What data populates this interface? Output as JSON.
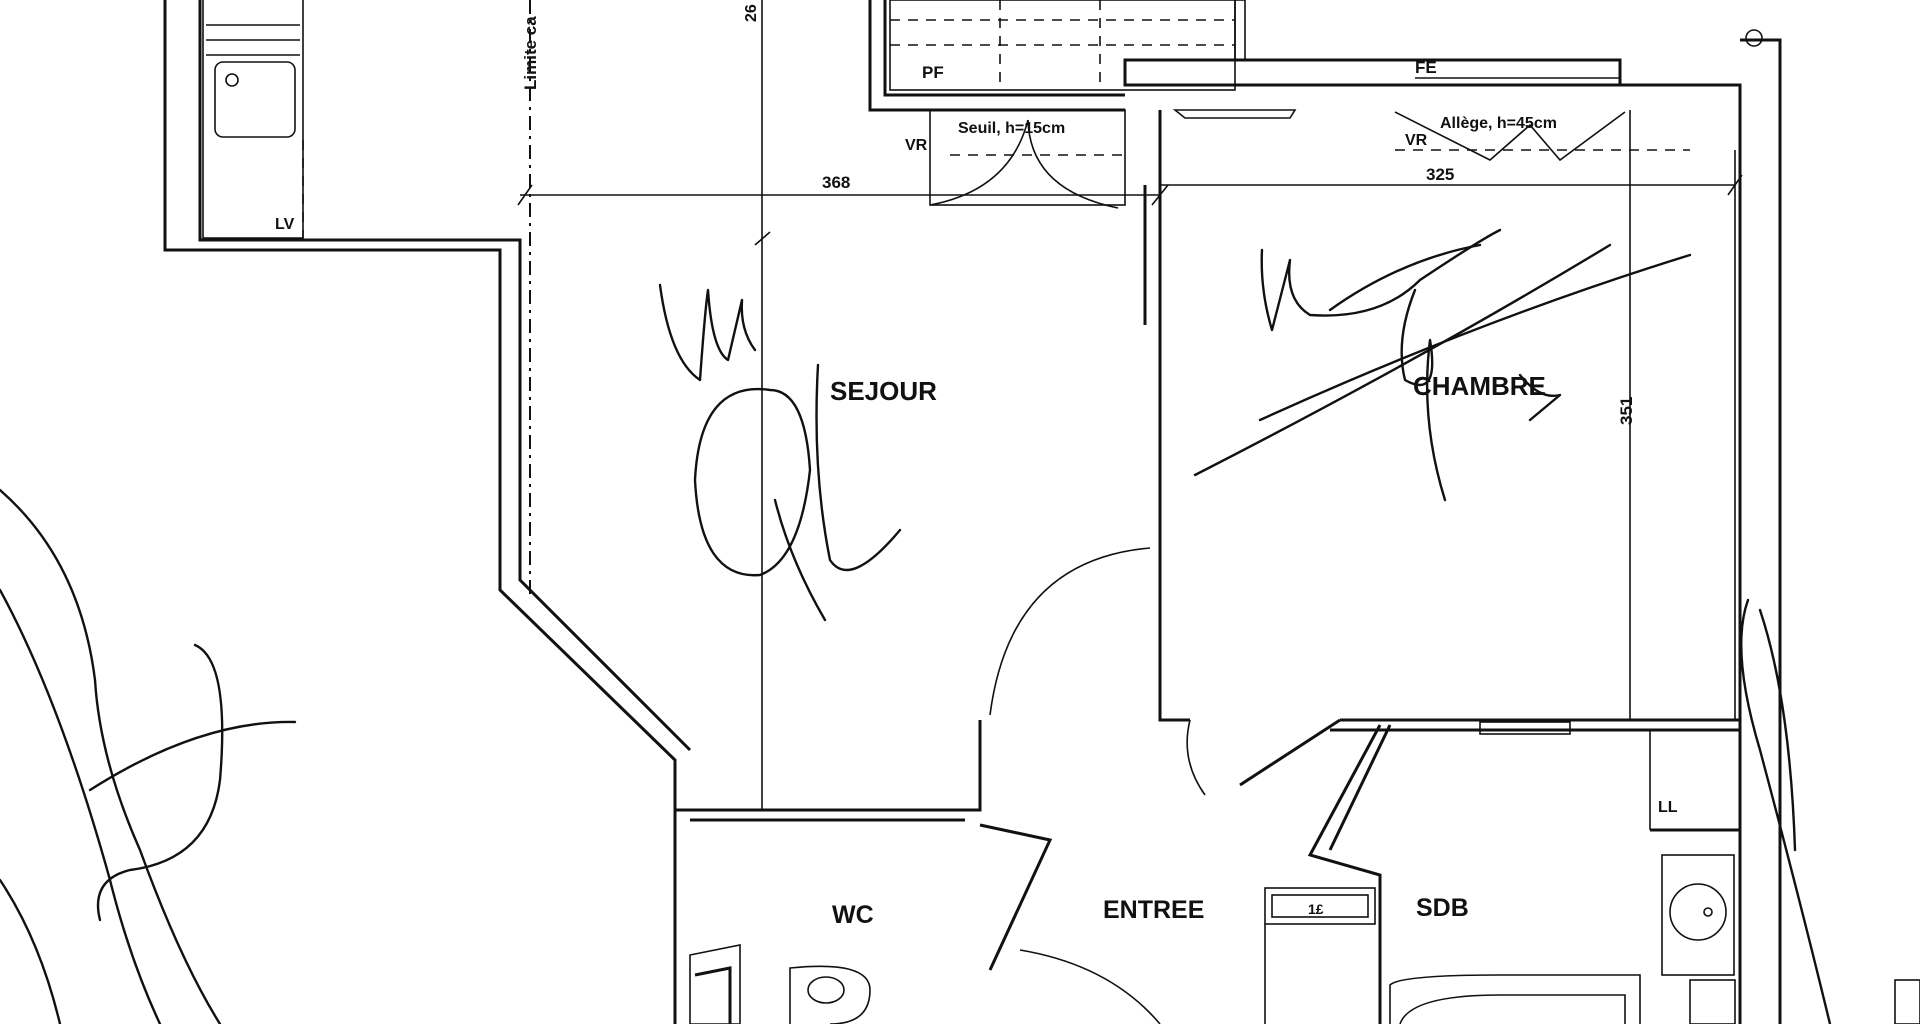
{
  "rooms": {
    "sejour": "SEJOUR",
    "chambre": "CHAMBRE",
    "wc": "WC",
    "entree": "ENTREE",
    "sdb": "SDB"
  },
  "dimensions": {
    "sejour_width": "368",
    "chambre_width": "325",
    "chambre_depth": "351",
    "top_partial": "26"
  },
  "annotations": {
    "limit_text": "Limite ca",
    "lv": "LV",
    "pf": "PF",
    "fe": "FE",
    "vr_left": "VR",
    "vr_right": "VR",
    "seuil": "Seuil, h=15cm",
    "allege": "Allège, h=45cm",
    "ll": "LL",
    "fridge": "1£"
  },
  "colors": {
    "ink": "#111111",
    "paper": "#ffffff"
  }
}
